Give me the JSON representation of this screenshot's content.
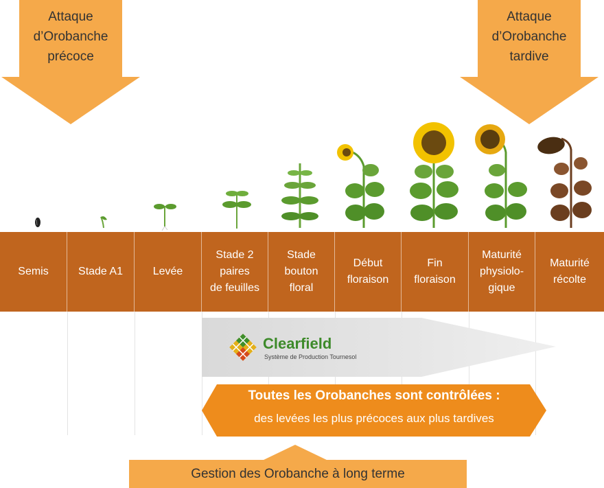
{
  "arrows": {
    "early_attack": "Attaque\nd’Orobanche\nprécoce",
    "late_attack": "Attaque\nd’Orobanche\ntardive"
  },
  "stages": [
    {
      "label": "Semis"
    },
    {
      "label": "Stade A1"
    },
    {
      "label": "Levée"
    },
    {
      "label": "Stade 2\npaires\nde feuilles"
    },
    {
      "label": "Stade\nbouton\nfloral"
    },
    {
      "label": "Début\nfloraison"
    },
    {
      "label": "Fin\nfloraison"
    },
    {
      "label": "Maturité\nphysiolo-\ngique"
    },
    {
      "label": "Maturité\nrécolte"
    }
  ],
  "clearfield": {
    "name": "Clearfield",
    "tagline": "Système de Production Tournesol"
  },
  "banner": {
    "line1": "Toutes les Orobanches sont contrôlées :",
    "line2": "des levées les plus précoces aux plus tardives"
  },
  "bottom": {
    "label": "Gestion des Orobanche à long terme"
  },
  "colors": {
    "band": "#c0651e",
    "arrow": "#f5a94a",
    "banner": "#ee8c1c",
    "clearfield_green": "#3d8a2a"
  }
}
